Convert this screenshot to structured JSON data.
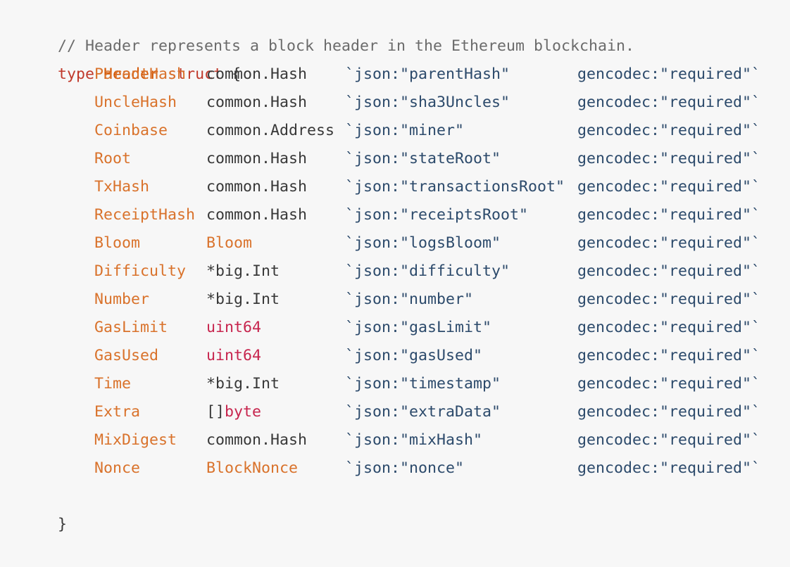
{
  "comment": "// Header represents a block header in the Ethereum blockchain.",
  "decl": {
    "keyword": "type",
    "name": "Header",
    "kind": "struct",
    "open": "{",
    "close": "}"
  },
  "fields": [
    {
      "name": "ParentHash",
      "type_prefix": "",
      "type": "common.Hash",
      "type_style": "plain",
      "json": "`json:\"parentHash\"",
      "gen": "gencodec:\"required\"`"
    },
    {
      "name": "UncleHash",
      "type_prefix": "",
      "type": "common.Hash",
      "type_style": "plain",
      "json": "`json:\"sha3Uncles\"",
      "gen": "gencodec:\"required\"`"
    },
    {
      "name": "Coinbase",
      "type_prefix": "",
      "type": "common.Address",
      "type_style": "plain",
      "json": "`json:\"miner\"",
      "gen": "gencodec:\"required\"`"
    },
    {
      "name": "Root",
      "type_prefix": "",
      "type": "common.Hash",
      "type_style": "plain",
      "json": "`json:\"stateRoot\"",
      "gen": "gencodec:\"required\"`"
    },
    {
      "name": "TxHash",
      "type_prefix": "",
      "type": "common.Hash",
      "type_style": "plain",
      "json": "`json:\"transactionsRoot\"",
      "gen": "gencodec:\"required\"`"
    },
    {
      "name": "ReceiptHash",
      "type_prefix": "",
      "type": "common.Hash",
      "type_style": "plain",
      "json": "`json:\"receiptsRoot\"",
      "gen": "gencodec:\"required\"`"
    },
    {
      "name": "Bloom",
      "type_prefix": "",
      "type": "Bloom",
      "type_style": "orange",
      "json": "`json:\"logsBloom\"",
      "gen": "gencodec:\"required\"`"
    },
    {
      "name": "Difficulty",
      "type_prefix": "",
      "type": "*big.Int",
      "type_style": "plain",
      "json": "`json:\"difficulty\"",
      "gen": "gencodec:\"required\"`"
    },
    {
      "name": "Number",
      "type_prefix": "",
      "type": "*big.Int",
      "type_style": "plain",
      "json": "`json:\"number\"",
      "gen": "gencodec:\"required\"`"
    },
    {
      "name": "GasLimit",
      "type_prefix": "",
      "type": "uint64",
      "type_style": "red",
      "json": "`json:\"gasLimit\"",
      "gen": "gencodec:\"required\"`"
    },
    {
      "name": "GasUsed",
      "type_prefix": "",
      "type": "uint64",
      "type_style": "red",
      "json": "`json:\"gasUsed\"",
      "gen": "gencodec:\"required\"`"
    },
    {
      "name": "Time",
      "type_prefix": "",
      "type": "*big.Int",
      "type_style": "plain",
      "json": "`json:\"timestamp\"",
      "gen": "gencodec:\"required\"`"
    },
    {
      "name": "Extra",
      "type_prefix": "[]",
      "type": "byte",
      "type_style": "red",
      "json": "`json:\"extraData\"",
      "gen": "gencodec:\"required\"`"
    },
    {
      "name": "MixDigest",
      "type_prefix": "",
      "type": "common.Hash",
      "type_style": "plain",
      "json": "`json:\"mixHash\"",
      "gen": "gencodec:\"required\"`"
    },
    {
      "name": "Nonce",
      "type_prefix": "",
      "type": "BlockNonce",
      "type_style": "orange",
      "json": "`json:\"nonce\"",
      "gen": "gencodec:\"required\"`"
    }
  ],
  "colors": {
    "background": "#f7f7f7",
    "keyword": "#c0392b",
    "field_name": "#d9722b",
    "builtin_type": "#c7254e",
    "tag": "#2c4a6b",
    "comment": "#6b6b6b",
    "text": "#383838"
  }
}
